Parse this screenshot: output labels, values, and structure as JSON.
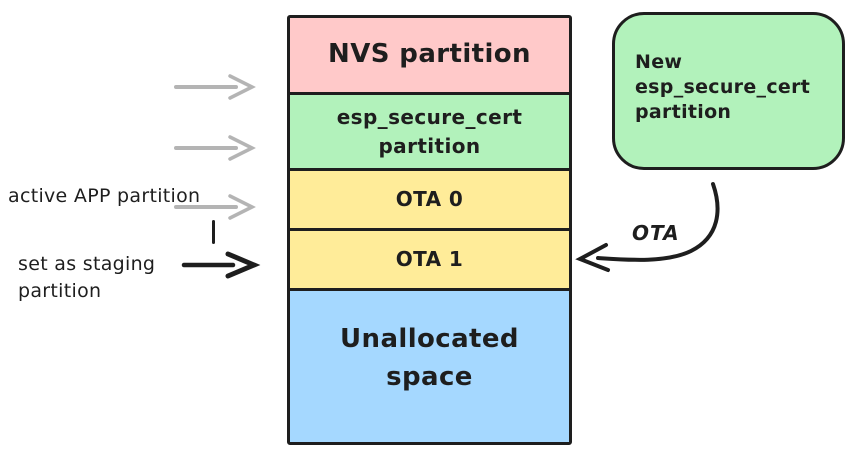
{
  "canvas": {
    "background": "#ffffff",
    "stroke": "#1e1e1e"
  },
  "stack": {
    "partitions": [
      {
        "id": "nvs",
        "label": "NVS partition",
        "fill": "#FFC9C9"
      },
      {
        "id": "esp_secure_cert",
        "label": "esp_secure_cert partition",
        "fill": "#B2F2BB"
      },
      {
        "id": "ota0",
        "label": "OTA 0",
        "fill": "#FFEC99"
      },
      {
        "id": "ota1",
        "label": "OTA 1",
        "fill": "#FFEC99"
      },
      {
        "id": "unallocated",
        "label": "Unallocated space",
        "fill": "#A5D8FF"
      }
    ]
  },
  "left_annotations": {
    "active_app_label": "active APP partition",
    "staging_label": "set as staging\npartition",
    "gray_arrow_color": "#b4b4b4",
    "black_arrow_color": "#1e1e1e"
  },
  "right_annotations": {
    "new_partition_box": {
      "line1": "New esp_secure_cert",
      "line2": "partition",
      "fill": "#B2F2BB"
    },
    "ota_arrow_label": "OTA",
    "ota_arrow_color": "#1e1e1e"
  }
}
